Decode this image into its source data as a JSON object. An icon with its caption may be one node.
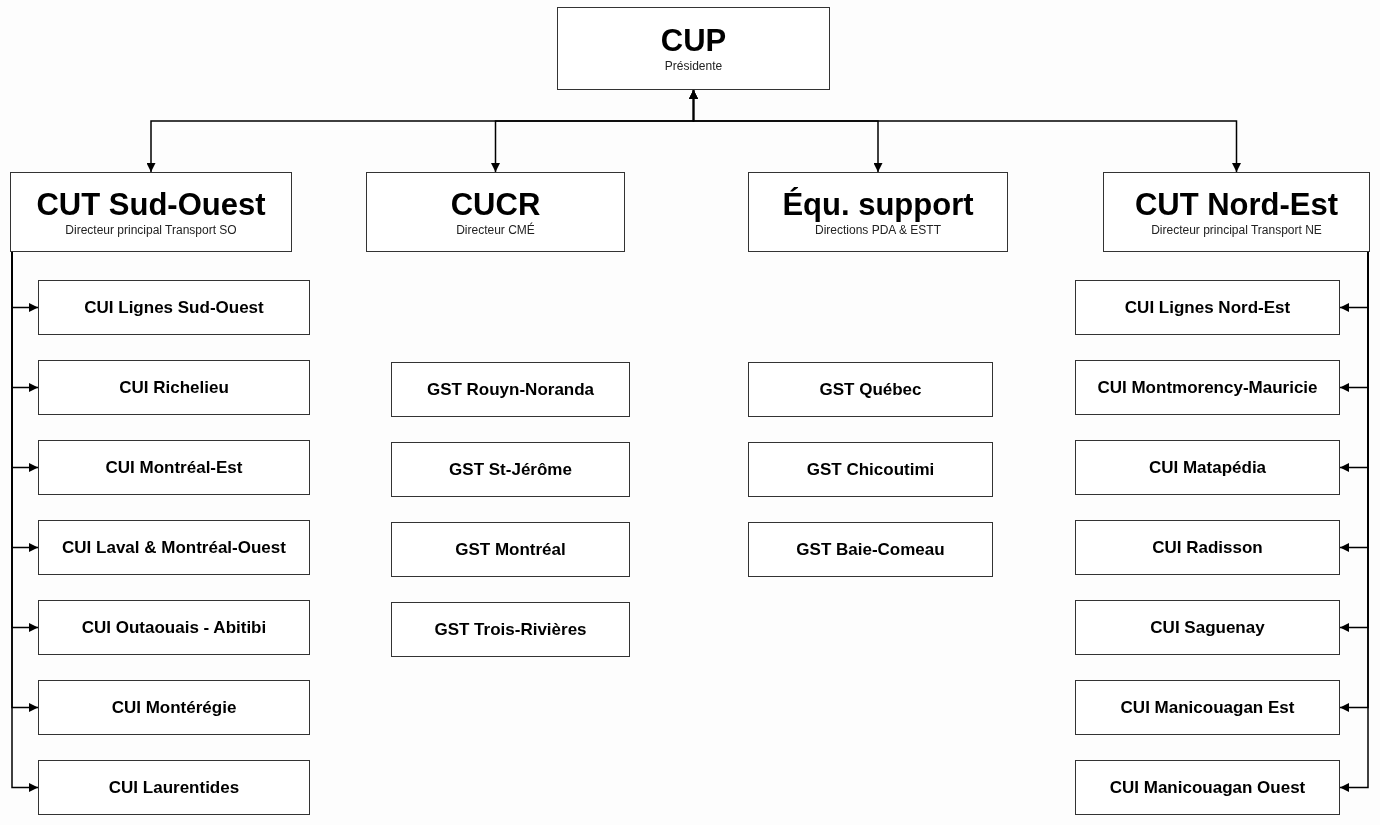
{
  "diagram": {
    "nodes": [
      {
        "text": [
          "CUP",
          "Présidente"
        ]
      },
      {
        "text": [
          "CUT Sud-Ouest",
          "Directeur principal Transport SO"
        ]
      },
      {
        "text": [
          "CUCR",
          "Directeur CMÉ"
        ]
      },
      {
        "text": [
          "Équ. support",
          "Directions PDA  & ESTT"
        ]
      },
      {
        "text": [
          "CUT Nord-Est",
          "Directeur principal Transport NE"
        ]
      },
      {
        "text": [
          "CUI Lignes Sud-Ouest"
        ]
      },
      {
        "text": [
          "CUI Richelieu"
        ]
      },
      {
        "text": [
          "CUI Montréal-Est"
        ]
      },
      {
        "text": [
          "CUI Laval & Montréal-Ouest"
        ]
      },
      {
        "text": [
          "CUI Outaouais - Abitibi"
        ]
      },
      {
        "text": [
          "CUI Montérégie"
        ]
      },
      {
        "text": [
          "CUI Laurentides"
        ]
      },
      {
        "text": [
          "GST Rouyn-Noranda"
        ]
      },
      {
        "text": [
          "GST St-Jérôme"
        ]
      },
      {
        "text": [
          "GST Montréal"
        ]
      },
      {
        "text": [
          "GST Trois-Rivières"
        ]
      },
      {
        "text": [
          "GST Québec"
        ]
      },
      {
        "text": [
          "GST Chicoutimi"
        ]
      },
      {
        "text": [
          "GST Baie-Comeau"
        ]
      },
      {
        "text": [
          "CUI Lignes Nord-Est"
        ]
      },
      {
        "text": [
          "CUI Montmorency-Mauricie"
        ]
      },
      {
        "text": [
          "CUI Matapédia"
        ]
      },
      {
        "text": [
          "CUI Radisson"
        ]
      },
      {
        "text": [
          "CUI Saguenay"
        ]
      },
      {
        "text": [
          "CUI Manicouagan Est"
        ]
      },
      {
        "text": [
          "CUI Manicouagan Ouest"
        ]
      }
    ],
    "edges": [
      {
        "from": 0,
        "to": 1,
        "arrow": "both"
      },
      {
        "from": 0,
        "to": 2,
        "arrow": "both"
      },
      {
        "from": 0,
        "to": 3,
        "arrow": "both"
      },
      {
        "from": 0,
        "to": 4,
        "arrow": "both"
      },
      {
        "from": 1,
        "to": 5,
        "arrow": "to"
      },
      {
        "from": 1,
        "to": 6,
        "arrow": "to"
      },
      {
        "from": 1,
        "to": 7,
        "arrow": "to"
      },
      {
        "from": 1,
        "to": 8,
        "arrow": "to"
      },
      {
        "from": 1,
        "to": 9,
        "arrow": "to"
      },
      {
        "from": 1,
        "to": 10,
        "arrow": "to"
      },
      {
        "from": 1,
        "to": 11,
        "arrow": "to"
      },
      {
        "from": 4,
        "to": 19,
        "arrow": "to"
      },
      {
        "from": 4,
        "to": 20,
        "arrow": "to"
      },
      {
        "from": 4,
        "to": 21,
        "arrow": "to"
      },
      {
        "from": 4,
        "to": 22,
        "arrow": "to"
      },
      {
        "from": 4,
        "to": 23,
        "arrow": "to"
      },
      {
        "from": 4,
        "to": 24,
        "arrow": "to"
      },
      {
        "from": 4,
        "to": 25,
        "arrow": "to"
      }
    ]
  }
}
